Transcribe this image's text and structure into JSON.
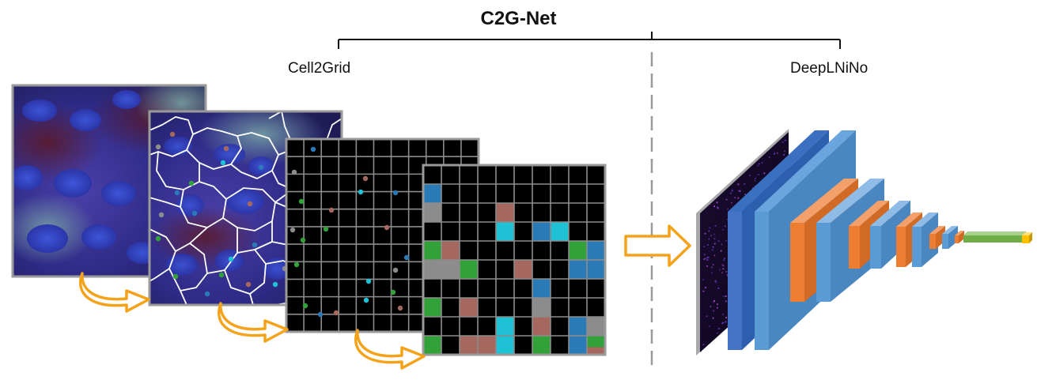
{
  "diagram": {
    "title": "C2G-Net",
    "left_section": "Cell2Grid",
    "right_section": "DeepLNiNo"
  },
  "colors": {
    "cell_type_blue": "#2a7ab8",
    "cell_type_cyan": "#1fc1d4",
    "cell_type_green": "#33a13a",
    "cell_type_brown": "#a5685e",
    "cell_type_gray": "#8c8c8c",
    "conv_layer_blue": "#5b9bd5",
    "pool_layer_orange": "#ed7d31",
    "dense_layer_green": "#70ad47",
    "output_yellow": "#ffc000",
    "arrow_orange": "#f5a21b"
  }
}
